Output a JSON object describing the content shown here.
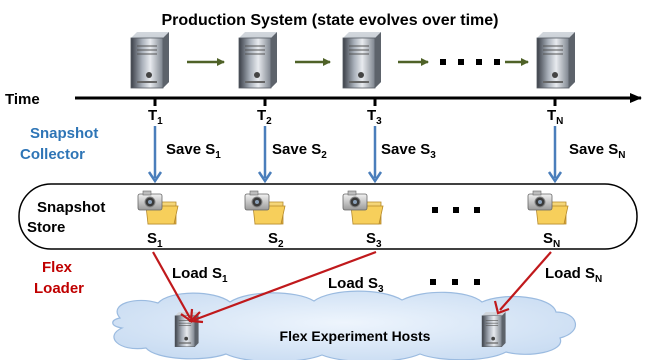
{
  "title": "Production System (state evolves over time)",
  "time_label": "Time",
  "roles": {
    "collector": [
      "Snapshot",
      "Collector"
    ],
    "store": [
      "Snapshot",
      "Store"
    ],
    "loader": [
      "Flex",
      "Loader"
    ]
  },
  "timepoints": [
    {
      "base": "T",
      "sub": "1"
    },
    {
      "base": "T",
      "sub": "2"
    },
    {
      "base": "T",
      "sub": "3"
    },
    {
      "base": "T",
      "sub": "N"
    }
  ],
  "save_labels": [
    {
      "base": "Save S",
      "sub": "1"
    },
    {
      "base": "Save S",
      "sub": "2"
    },
    {
      "base": "Save S",
      "sub": "3"
    },
    {
      "base": "Save S",
      "sub": "N"
    }
  ],
  "snapshots": [
    {
      "base": "S",
      "sub": "1"
    },
    {
      "base": "S",
      "sub": "2"
    },
    {
      "base": "S",
      "sub": "3"
    },
    {
      "base": "S",
      "sub": "N"
    }
  ],
  "load_labels": [
    {
      "base": "Load S",
      "sub": "1"
    },
    {
      "base": "Load S",
      "sub": "3"
    },
    {
      "base": "Load S",
      "sub": "N"
    }
  ],
  "hosts_label": "Flex Experiment Hosts",
  "colors": {
    "state_arrow": "#4f6228",
    "save_arrow": "#4a7ebb",
    "load_arrow": "#c0191c",
    "collector_text": "#2e75b6",
    "loader_text": "#c00000",
    "cloud_fill": "#dbe8f7",
    "cloud_stroke": "#9bbbe0"
  },
  "icons": [
    "server-icon",
    "camera-folder-icon",
    "cloud-icon"
  ]
}
